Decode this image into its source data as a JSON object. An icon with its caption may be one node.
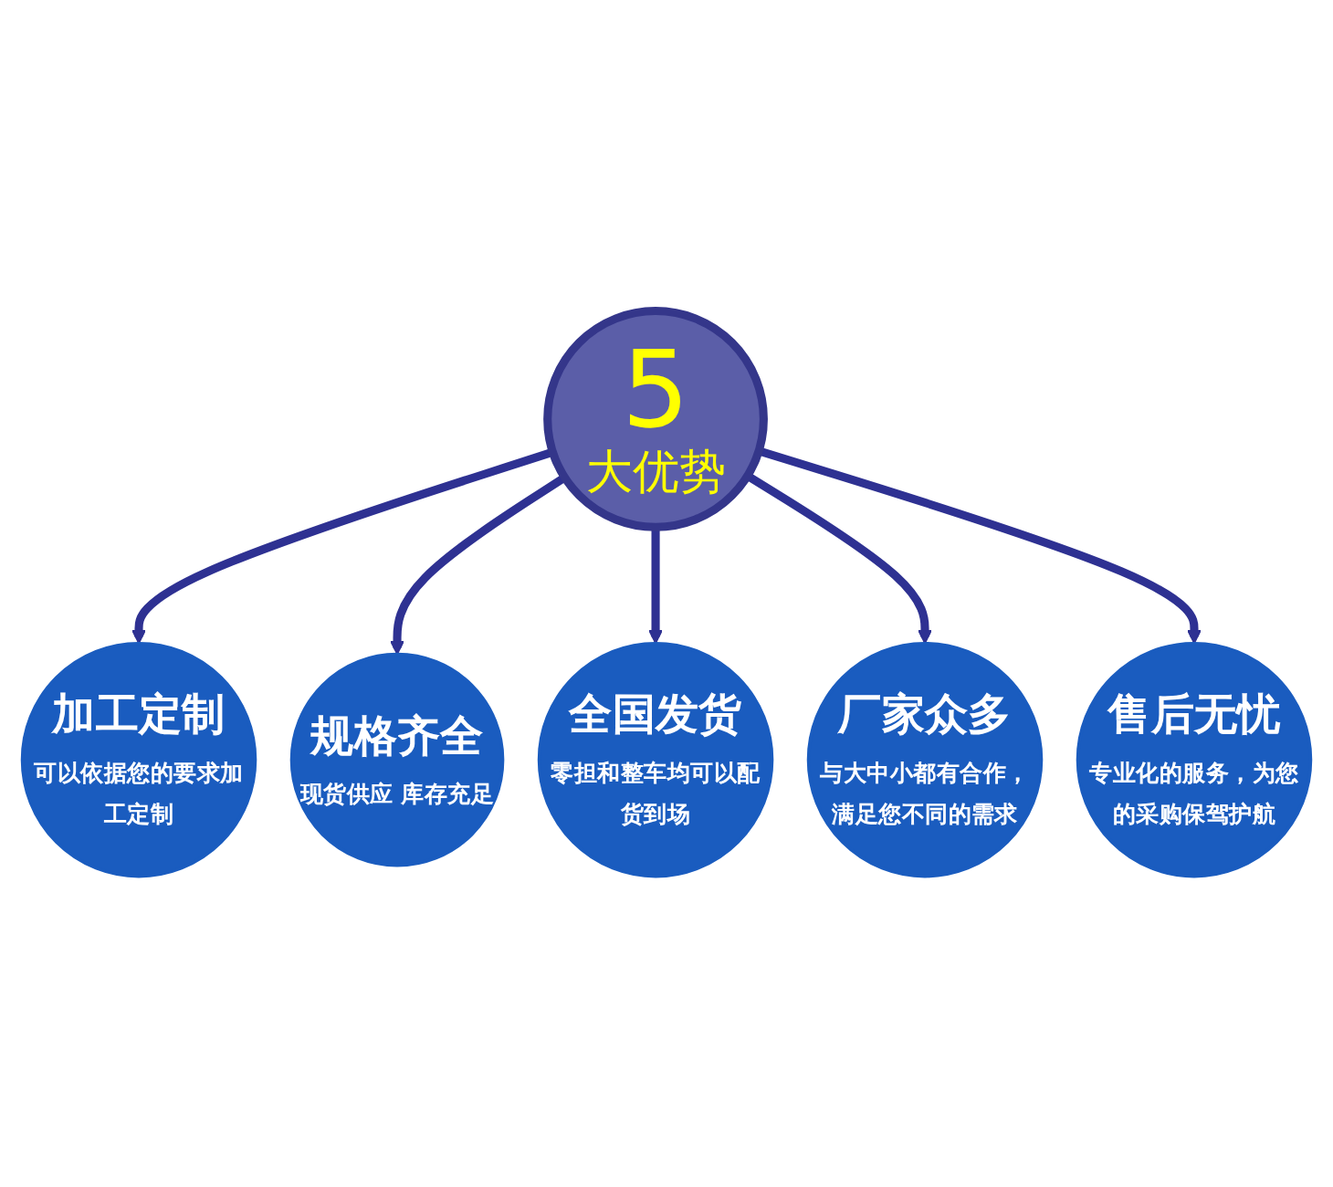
{
  "diagram": {
    "nodes": [
      {
        "text": [
          "加工定制",
          "可以依据您的要求加工定制"
        ]
      },
      {
        "text": [
          "规格齐全",
          "现货供应 库存充足"
        ]
      },
      {
        "text": [
          "5",
          "大优势"
        ]
      },
      {
        "text": [
          "全国发货",
          "零担和整车均可以配货到场"
        ]
      },
      {
        "text": [
          "厂家众多",
          "与大中小都有合作，满足您不同的需求"
        ]
      },
      {
        "text": [
          "售后无忧",
          "专业化的服务，为您的采购保驾护航"
        ]
      }
    ],
    "edges": [
      {
        "from": 2,
        "to": 0,
        "arrow": "to"
      },
      {
        "from": 2,
        "to": 1,
        "arrow": "to"
      },
      {
        "from": 2,
        "to": 3,
        "arrow": "to"
      },
      {
        "from": 2,
        "to": 4,
        "arrow": "to"
      },
      {
        "from": 2,
        "to": 5,
        "arrow": "to"
      }
    ]
  }
}
